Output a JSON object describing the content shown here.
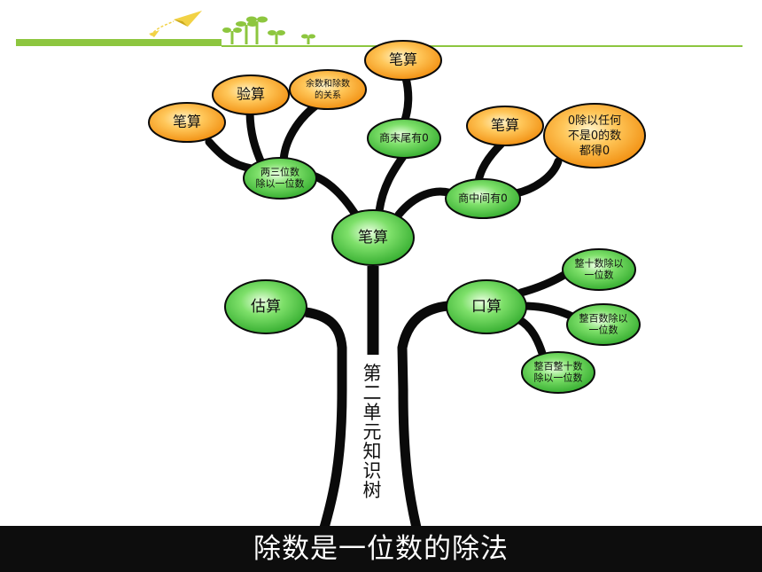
{
  "trunk_title": "第二单元知识树",
  "banner": "除数是一位数的除法",
  "colors": {
    "green_node": "#3fc33f",
    "orange_node": "#fb9a12",
    "branch": "#0a0a0a",
    "header_line": "#8dc63f"
  },
  "nodes": {
    "bisuan_main": "笔算",
    "gusuan": "估算",
    "kousuan": "口算",
    "liangsanweishu": "两三位数\n除以一位数",
    "shangmoweiyou0": "商末尾有0",
    "shangzhongjianyou0": "商中间有0",
    "bisuan_left": "笔算",
    "yansuan": "验算",
    "yushu_guanxi": "余数和除数\n的关系",
    "bisuan_top": "笔算",
    "bisuan_right": "笔算",
    "zero_rule": "0除以任何\n不是0的数\n都得0",
    "zhengshi": "整十数除以\n一位数",
    "zhengbai": "整百数除以\n一位数",
    "zhengbaizhengshi": "整百整十数\n除以一位数"
  }
}
